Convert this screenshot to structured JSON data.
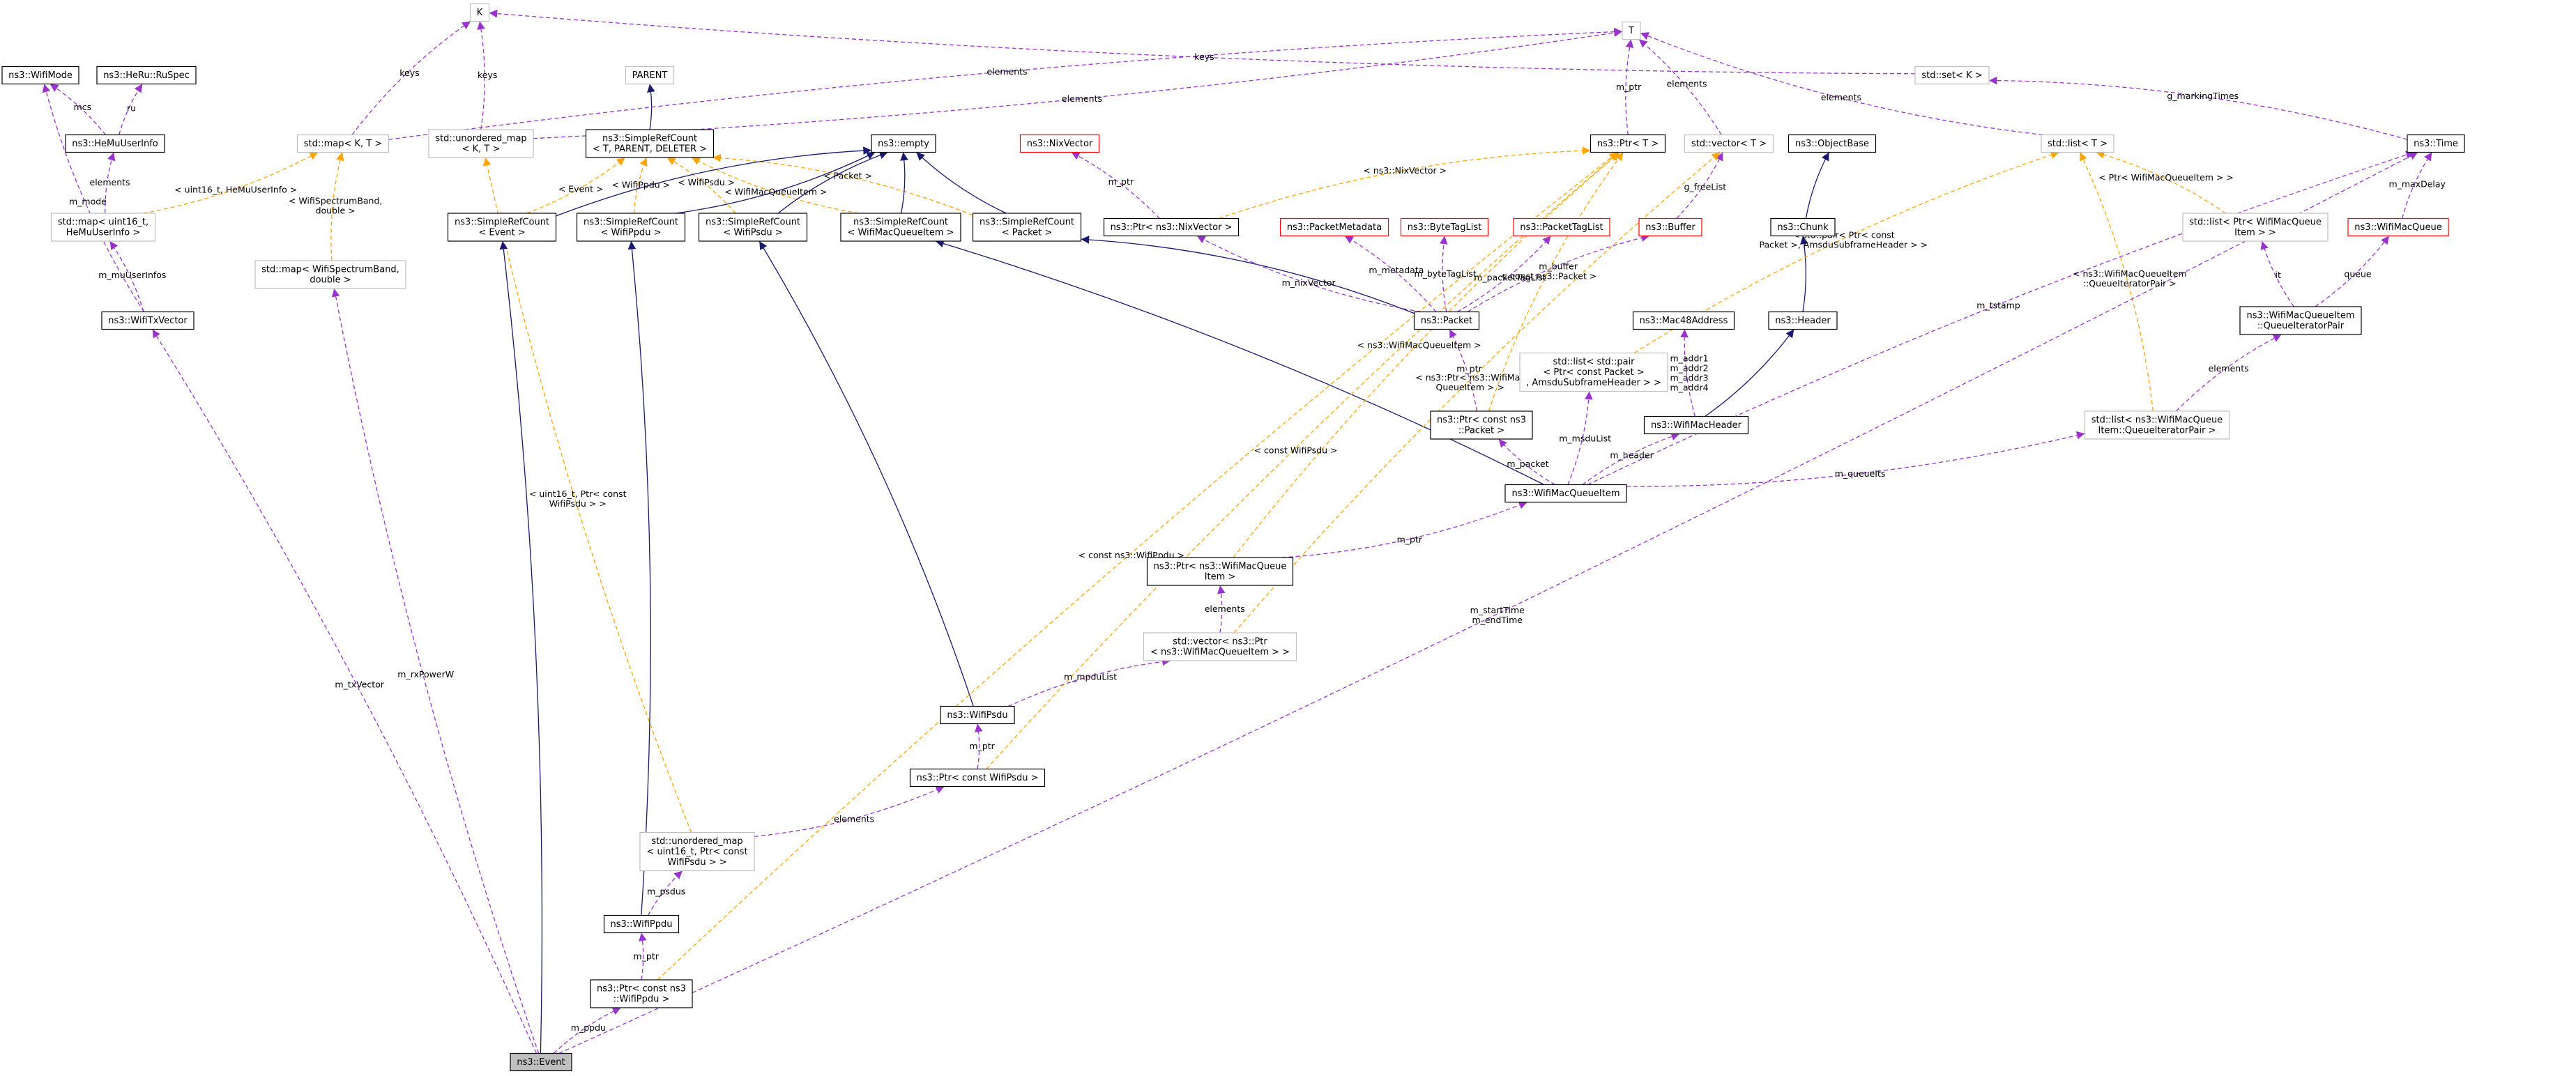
{
  "diagram": {
    "colors": {
      "inheritance": "#191970",
      "usage": "#9a32cd",
      "template": "#ffa500",
      "node_black": "#000000",
      "node_gray": "#bfbfbf",
      "node_red": "#ff0000",
      "highlight_fill": "#bfbfbf"
    },
    "nodes": [
      {
        "id": "K",
        "label": "K",
        "style": "gray"
      },
      {
        "id": "WifiMode",
        "label": "ns3::WifiMode",
        "style": "black"
      },
      {
        "id": "HeRuRuSpec",
        "label": "ns3::HeRu::RuSpec",
        "style": "black"
      },
      {
        "id": "PARENT",
        "label": "PARENT",
        "style": "gray"
      },
      {
        "id": "T",
        "label": "T",
        "style": "gray"
      },
      {
        "id": "SetK",
        "label": "std::set< K >",
        "style": "gray"
      },
      {
        "id": "HeMuUserInfo",
        "label": "ns3::HeMuUserInfo",
        "style": "black"
      },
      {
        "id": "MapKT",
        "label": "std::map< K, T >",
        "style": "gray"
      },
      {
        "id": "UnorderedMapKT",
        "label": "std::unordered_map\n< K, T >",
        "style": "gray"
      },
      {
        "id": "SRC_Template",
        "label": "ns3::SimpleRefCount\n< T, PARENT, DELETER >",
        "style": "black"
      },
      {
        "id": "Empty",
        "label": "ns3::empty",
        "style": "black"
      },
      {
        "id": "NixVector",
        "label": "ns3::NixVector",
        "style": "red"
      },
      {
        "id": "PtrT",
        "label": "ns3::Ptr< T >",
        "style": "black"
      },
      {
        "id": "VectorT",
        "label": "std::vector< T >",
        "style": "gray"
      },
      {
        "id": "ObjectBase",
        "label": "ns3::ObjectBase",
        "style": "black"
      },
      {
        "id": "ListT",
        "label": "std::list< T >",
        "style": "gray"
      },
      {
        "id": "Time",
        "label": "ns3::Time",
        "style": "black"
      },
      {
        "id": "MapU16HeMu",
        "label": "std::map< uint16_t,\nHeMuUserInfo >",
        "style": "gray"
      },
      {
        "id": "SRC_Event",
        "label": "ns3::SimpleRefCount\n< Event >",
        "style": "black"
      },
      {
        "id": "SRC_WifiPpdu",
        "label": "ns3::SimpleRefCount\n< WifiPpdu >",
        "style": "black"
      },
      {
        "id": "SRC_WifiPsdu",
        "label": "ns3::SimpleRefCount\n< WifiPsdu >",
        "style": "black"
      },
      {
        "id": "SRC_WifiMacQueueItem",
        "label": "ns3::SimpleRefCount\n< WifiMacQueueItem >",
        "style": "black"
      },
      {
        "id": "SRC_Packet",
        "label": "ns3::SimpleRefCount\n< Packet >",
        "style": "black"
      },
      {
        "id": "PtrNixVector",
        "label": "ns3::Ptr< ns3::NixVector >",
        "style": "black"
      },
      {
        "id": "PacketMetadata",
        "label": "ns3::PacketMetadata",
        "style": "red"
      },
      {
        "id": "ByteTagList",
        "label": "ns3::ByteTagList",
        "style": "red"
      },
      {
        "id": "PacketTagList",
        "label": "ns3::PacketTagList",
        "style": "red"
      },
      {
        "id": "Buffer",
        "label": "ns3::Buffer",
        "style": "red"
      },
      {
        "id": "Chunk",
        "label": "ns3::Chunk",
        "style": "black"
      },
      {
        "id": "ListPtrWMQI",
        "label": "std::list< Ptr< WifiMacQueue\nItem > >",
        "style": "gray"
      },
      {
        "id": "WifiMacQueue",
        "label": "ns3::WifiMacQueue",
        "style": "red"
      },
      {
        "id": "MapWifiSpectrumBand",
        "label": "std::map< WifiSpectrumBand,\ndouble >",
        "style": "gray"
      },
      {
        "id": "WifiTxVector",
        "label": "ns3::WifiTxVector",
        "style": "black"
      },
      {
        "id": "Packet",
        "label": "ns3::Packet",
        "style": "black"
      },
      {
        "id": "Mac48Address",
        "label": "ns3::Mac48Address",
        "style": "black"
      },
      {
        "id": "Header",
        "label": "ns3::Header",
        "style": "black"
      },
      {
        "id": "WMQI_QueueIteratorPair",
        "label": "ns3::WifiMacQueueItem\n::QueueIteratorPair",
        "style": "black"
      },
      {
        "id": "ListPairPtrPacket",
        "label": "std::list< std::pair\n< Ptr< const Packet >\n, AmsduSubframeHeader > >",
        "style": "gray"
      },
      {
        "id": "PtrConstPacket",
        "label": "ns3::Ptr< const ns3\n::Packet >",
        "style": "black"
      },
      {
        "id": "WifiMacHeader",
        "label": "ns3::WifiMacHeader",
        "style": "black"
      },
      {
        "id": "ListWMQIQueueIterPair",
        "label": "std::list< ns3::WifiMacQueue\nItem::QueueIteratorPair >",
        "style": "gray"
      },
      {
        "id": "WifiMacQueueItem",
        "label": "ns3::WifiMacQueueItem",
        "style": "black"
      },
      {
        "id": "PtrWMQI",
        "label": "ns3::Ptr< ns3::WifiMacQueue\nItem >",
        "style": "black"
      },
      {
        "id": "VectorPtrWMQI",
        "label": "std::vector< ns3::Ptr\n< ns3::WifiMacQueueItem > >",
        "style": "gray"
      },
      {
        "id": "WifiPsdu",
        "label": "ns3::WifiPsdu",
        "style": "black"
      },
      {
        "id": "PtrConstWifiPsdu",
        "label": "ns3::Ptr< const WifiPsdu >",
        "style": "black"
      },
      {
        "id": "UnorderedMapU16",
        "label": "std::unordered_map\n< uint16_t, Ptr< const\nWifiPsdu > >",
        "style": "gray"
      },
      {
        "id": "WifiPpdu",
        "label": "ns3::WifiPpdu",
        "style": "black"
      },
      {
        "id": "PtrConstWifiPpdu",
        "label": "ns3::Ptr< const ns3\n::WifiPpdu >",
        "style": "black"
      },
      {
        "id": "Event",
        "label": "ns3::Event",
        "style": "highlight"
      }
    ],
    "edges": [
      {
        "from": "MapKT",
        "to": "K",
        "kind": "usage",
        "label": "keys"
      },
      {
        "from": "UnorderedMapKT",
        "to": "K",
        "kind": "usage",
        "label": "keys"
      },
      {
        "from": "SetK",
        "to": "K",
        "kind": "usage",
        "label": "keys"
      },
      {
        "from": "HeMuUserInfo",
        "to": "WifiMode",
        "kind": "usage",
        "label": "mcs"
      },
      {
        "from": "HeMuUserInfo",
        "to": "HeRuRuSpec",
        "kind": "usage",
        "label": "ru"
      },
      {
        "from": "SRC_Template",
        "to": "PARENT",
        "kind": "inheritance",
        "label": ""
      },
      {
        "from": "MapKT",
        "to": "T",
        "kind": "usage",
        "label": "elements"
      },
      {
        "from": "UnorderedMapKT",
        "to": "T",
        "kind": "usage",
        "label": "elements"
      },
      {
        "from": "PtrT",
        "to": "T",
        "kind": "usage",
        "label": "m_ptr"
      },
      {
        "from": "VectorT",
        "to": "T",
        "kind": "usage",
        "label": "elements"
      },
      {
        "from": "ListT",
        "to": "T",
        "kind": "usage",
        "label": "elements"
      },
      {
        "from": "Time",
        "to": "SetK",
        "kind": "usage",
        "label": "g_markingTimes"
      },
      {
        "from": "MapU16HeMu",
        "to": "HeMuUserInfo",
        "kind": "usage",
        "label": "elements"
      },
      {
        "from": "MapU16HeMu",
        "to": "MapKT",
        "kind": "template",
        "label": "< uint16_t, HeMuUserInfo >"
      },
      {
        "from": "WifiTxVector",
        "to": "WifiMode",
        "kind": "usage",
        "label": "m_mode"
      },
      {
        "from": "WifiTxVector",
        "to": "MapU16HeMu",
        "kind": "usage",
        "label": "m_muUserInfos"
      },
      {
        "from": "MapWifiSpectrumBand",
        "to": "MapKT",
        "kind": "template",
        "label": "< WifiSpectrumBand,\ndouble >"
      },
      {
        "from": "SRC_Event",
        "to": "SRC_Template",
        "kind": "template",
        "label": "< Event >"
      },
      {
        "from": "SRC_WifiPpdu",
        "to": "SRC_Template",
        "kind": "template",
        "label": "< WifiPpdu >"
      },
      {
        "from": "SRC_WifiPsdu",
        "to": "SRC_Template",
        "kind": "template",
        "label": "< WifiPsdu >"
      },
      {
        "from": "SRC_WifiMacQueueItem",
        "to": "SRC_Template",
        "kind": "template",
        "label": "< WifiMacQueueItem >"
      },
      {
        "from": "SRC_Packet",
        "to": "SRC_Template",
        "kind": "template",
        "label": "< Packet >"
      },
      {
        "from": "SRC_Event",
        "to": "Empty",
        "kind": "inheritance",
        "label": ""
      },
      {
        "from": "SRC_WifiPpdu",
        "to": "Empty",
        "kind": "inheritance",
        "label": ""
      },
      {
        "from": "SRC_WifiPsdu",
        "to": "Empty",
        "kind": "inheritance",
        "label": ""
      },
      {
        "from": "SRC_WifiMacQueueItem",
        "to": "Empty",
        "kind": "inheritance",
        "label": ""
      },
      {
        "from": "SRC_Packet",
        "to": "Empty",
        "kind": "inheritance",
        "label": ""
      },
      {
        "from": "PtrNixVector",
        "to": "NixVector",
        "kind": "usage",
        "label": "m_ptr"
      },
      {
        "from": "PtrNixVector",
        "to": "PtrT",
        "kind": "template",
        "label": "< ns3::NixVector >"
      },
      {
        "from": "Buffer",
        "to": "VectorT",
        "kind": "usage",
        "label": "g_freeList"
      },
      {
        "from": "Chunk",
        "to": "ObjectBase",
        "kind": "inheritance",
        "label": ""
      },
      {
        "from": "ListPtrWMQI",
        "to": "ListT",
        "kind": "template",
        "label": "< Ptr< WifiMacQueueItem > >"
      },
      {
        "from": "WifiMacQueue",
        "to": "Time",
        "kind": "usage",
        "label": "m_maxDelay"
      },
      {
        "from": "Packet",
        "to": "SRC_Packet",
        "kind": "inheritance",
        "label": ""
      },
      {
        "from": "Packet",
        "to": "PtrNixVector",
        "kind": "usage",
        "label": "m_nixVector"
      },
      {
        "from": "Packet",
        "to": "PacketMetadata",
        "kind": "usage",
        "label": "m_metadata"
      },
      {
        "from": "Packet",
        "to": "ByteTagList",
        "kind": "usage",
        "label": "m_byteTagList"
      },
      {
        "from": "Packet",
        "to": "PacketTagList",
        "kind": "usage",
        "label": "m_packetTagList"
      },
      {
        "from": "Packet",
        "to": "Buffer",
        "kind": "usage",
        "label": "m_buffer"
      },
      {
        "from": "Header",
        "to": "Chunk",
        "kind": "inheritance",
        "label": ""
      },
      {
        "from": "WMQI_QueueIteratorPair",
        "to": "ListPtrWMQI",
        "kind": "usage",
        "label": "it"
      },
      {
        "from": "WMQI_QueueIteratorPair",
        "to": "WifiMacQueue",
        "kind": "usage",
        "label": "queue"
      },
      {
        "from": "ListPairPtrPacket",
        "to": "ListT",
        "kind": "template",
        "label": "< std::pair< Ptr< const\nPacket >, AmsduSubframeHeader > >"
      },
      {
        "from": "PtrConstPacket",
        "to": "Packet",
        "kind": "usage",
        "label": "m_ptr"
      },
      {
        "from": "PtrConstPacket",
        "to": "PtrT",
        "kind": "template",
        "label": "< const ns3::Packet >"
      },
      {
        "from": "WifiMacHeader",
        "to": "Header",
        "kind": "inheritance",
        "label": ""
      },
      {
        "from": "WifiMacHeader",
        "to": "Mac48Address",
        "kind": "usage",
        "label": "m_addr1\nm_addr2\nm_addr3\nm_addr4"
      },
      {
        "from": "ListWMQIQueueIterPair",
        "to": "ListT",
        "kind": "template",
        "label": "< ns3::WifiMacQueueItem\n::QueueIteratorPair >"
      },
      {
        "from": "ListWMQIQueueIterPair",
        "to": "WMQI_QueueIteratorPair",
        "kind": "usage",
        "label": "elements"
      },
      {
        "from": "WifiMacQueueItem",
        "to": "SRC_WifiMacQueueItem",
        "kind": "inheritance",
        "label": ""
      },
      {
        "from": "WifiMacQueueItem",
        "to": "PtrConstPacket",
        "kind": "usage",
        "label": "m_packet"
      },
      {
        "from": "WifiMacQueueItem",
        "to": "ListPairPtrPacket",
        "kind": "usage",
        "label": "m_msduList"
      },
      {
        "from": "WifiMacQueueItem",
        "to": "WifiMacHeader",
        "kind": "usage",
        "label": "m_header"
      },
      {
        "from": "WifiMacQueueItem",
        "to": "ListWMQIQueueIterPair",
        "kind": "usage",
        "label": "m_queueIts"
      },
      {
        "from": "WifiMacQueueItem",
        "to": "Time",
        "kind": "usage",
        "label": "m_tstamp"
      },
      {
        "from": "PtrWMQI",
        "to": "WifiMacQueueItem",
        "kind": "usage",
        "label": "m_ptr"
      },
      {
        "from": "PtrWMQI",
        "to": "PtrT",
        "kind": "template",
        "label": "< ns3::WifiMacQueueItem >"
      },
      {
        "from": "VectorPtrWMQI",
        "to": "PtrWMQI",
        "kind": "usage",
        "label": "elements"
      },
      {
        "from": "VectorPtrWMQI",
        "to": "VectorT",
        "kind": "template",
        "label": "< ns3::Ptr< ns3::WifiMac\nQueueItem > >"
      },
      {
        "from": "WifiPsdu",
        "to": "SRC_WifiPsdu",
        "kind": "inheritance",
        "label": ""
      },
      {
        "from": "WifiPsdu",
        "to": "VectorPtrWMQI",
        "kind": "usage",
        "label": "m_mpduList"
      },
      {
        "from": "PtrConstWifiPsdu",
        "to": "WifiPsdu",
        "kind": "usage",
        "label": "m_ptr"
      },
      {
        "from": "PtrConstWifiPsdu",
        "to": "PtrT",
        "kind": "template",
        "label": "< const WifiPsdu >"
      },
      {
        "from": "UnorderedMapU16",
        "to": "PtrConstWifiPsdu",
        "kind": "usage",
        "label": "elements"
      },
      {
        "from": "UnorderedMapU16",
        "to": "UnorderedMapKT",
        "kind": "template",
        "label": "< uint16_t, Ptr< const\nWifiPsdu > >"
      },
      {
        "from": "WifiPpdu",
        "to": "SRC_WifiPpdu",
        "kind": "inheritance",
        "label": ""
      },
      {
        "from": "WifiPpdu",
        "to": "UnorderedMapU16",
        "kind": "usage",
        "label": "m_psdus"
      },
      {
        "from": "PtrConstWifiPpdu",
        "to": "WifiPpdu",
        "kind": "usage",
        "label": "m_ptr"
      },
      {
        "from": "PtrConstWifiPpdu",
        "to": "PtrT",
        "kind": "template",
        "label": "< const ns3::WifiPpdu >"
      },
      {
        "from": "Event",
        "to": "SRC_Event",
        "kind": "inheritance",
        "label": ""
      },
      {
        "from": "Event",
        "to": "PtrConstWifiPpdu",
        "kind": "usage",
        "label": "m_ppdu"
      },
      {
        "from": "Event",
        "to": "WifiTxVector",
        "kind": "usage",
        "label": "m_txVector"
      },
      {
        "from": "Event",
        "to": "MapWifiSpectrumBand",
        "kind": "usage",
        "label": "m_rxPowerW"
      },
      {
        "from": "Event",
        "to": "Time",
        "kind": "usage",
        "label": "m_startTime\nm_endTime"
      }
    ]
  }
}
